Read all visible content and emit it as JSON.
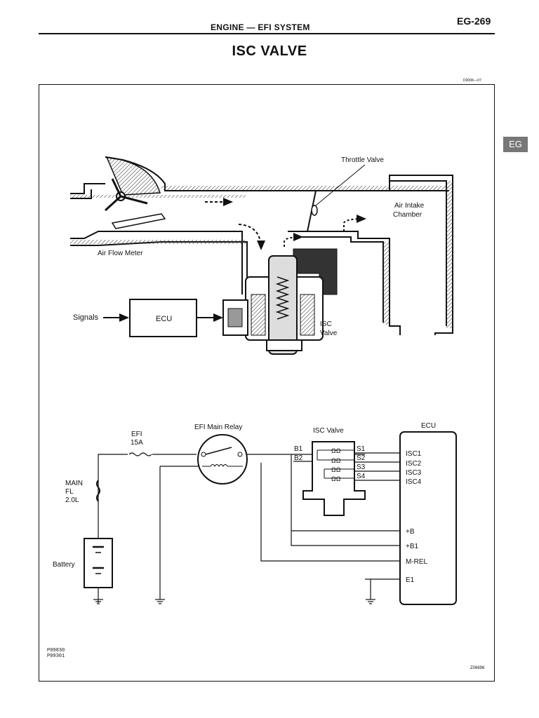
{
  "header": {
    "section": "ENGINE — EFI SYSTEM",
    "page_number": "EG-269",
    "title": "ISC VALVE",
    "side_tab": "EG"
  },
  "refs": {
    "top_right_code": "D000K—07",
    "bottom_left_codes": [
      "P09830",
      "P09301"
    ],
    "bottom_right_code": "Z06696"
  },
  "upper_diagram": {
    "throttle_valve": "Throttle Valve",
    "air_intake_chamber": [
      "Air Intake",
      "Chamber"
    ],
    "air_flow_meter": "Air Flow Meter",
    "signals": "Signals",
    "ecu": "ECU",
    "isc_valve": [
      "ISC",
      "Valve"
    ]
  },
  "wiring": {
    "efi_fuse": [
      "EFI",
      "15A"
    ],
    "main_fuse": [
      "MAIN",
      "FL",
      "2.0L"
    ],
    "battery": "Battery",
    "efi_main_relay": "EFI Main Relay",
    "isc_valve": "ISC Valve",
    "ecu": "ECU",
    "valve_pins_left": [
      "B1",
      "B2"
    ],
    "valve_pins_right": [
      "S1",
      "S2",
      "S3",
      "S4"
    ],
    "ecu_pins": [
      "ISC1",
      "ISC2",
      "ISC3",
      "ISC4",
      "+B",
      "+B1",
      "M-REL",
      "E1"
    ]
  }
}
